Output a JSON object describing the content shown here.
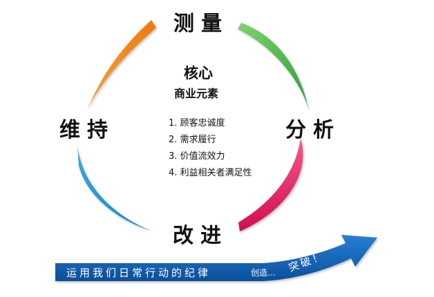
{
  "cycle": {
    "stages": {
      "top": "测量",
      "right": "分析",
      "bottom": "改进",
      "left": "维持"
    },
    "colors": {
      "top_right": "#3fb34f",
      "right_bottom": "#e4125a",
      "bottom_left": "#1e98d0",
      "left_top": "#f28b1e"
    }
  },
  "core": {
    "title": "核心",
    "subtitle": "商业元素",
    "items": [
      "1. 顾客忠诚度",
      "2. 需求履行",
      "3. 价值流效力",
      "4. 利益相关者满足性"
    ]
  },
  "banner": {
    "main_text": "运用我们日常行动的纪律",
    "small_text": "创造…",
    "tilt_text": "突破！",
    "color": "#1565b8"
  }
}
